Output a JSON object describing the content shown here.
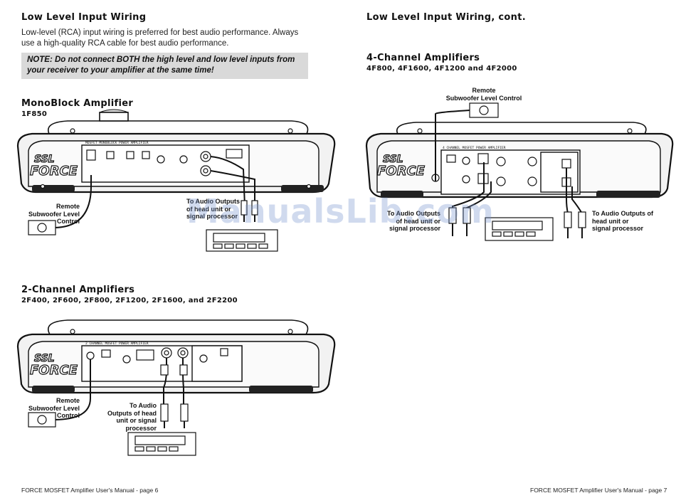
{
  "left_page": {
    "title": "Low Level Input Wiring",
    "intro": "Low-level (RCA) input wiring is preferred for best audio performance. Always use a high-quality RCA cable for best audio performance.",
    "note": "NOTE: Do not connect BOTH the high level and low level inputs from your receiver to your amplifier at the same time!",
    "mono": {
      "heading": "MonoBlock Amplifier",
      "models": "1F850",
      "remote_label": "Remote\nSubwoofer Level Control",
      "outputs_label": "To Audio Outputs\nof head unit or\nsignal processor",
      "amp_title": "MOSFET MONOBLOCK POWER AMPLIFIER"
    },
    "two_ch": {
      "heading": "2-Channel Amplifiers",
      "models": "2F400, 2F600, 2F800, 2F1200, 2F1600, and 2F2200",
      "remote_label": "Remote\nSubwoofer Level Control",
      "outputs_label": "To Audio\nOutputs of head\nunit or signal\nprocessor",
      "amp_title": "2 CHANNEL MOSFET POWER AMPLIFIER"
    },
    "footer": "FORCE MOSFET Amplifier User's Manual - page 6"
  },
  "right_page": {
    "title": "Low Level Input Wiring, cont.",
    "four_ch": {
      "heading": "4-Channel Amplifiers",
      "models": "4F800, 4F1600, 4F1200 and 4F2000",
      "remote_label": "Remote\nSubwoofer Level Control",
      "outputs_left_label": "To Audio Outputs\nof head unit or\nsignal processor",
      "outputs_right_label": "To Audio Outputs of\nhead unit or\nsignal processor",
      "amp_title": "4 CHANNEL MOSFET POWER AMPLIFIER"
    },
    "footer": "FORCE MOSFET Amplifier User's Manual - page 7"
  },
  "brand": {
    "top": "SSL",
    "bottom": "FORCE"
  },
  "watermark": "ManualsLib.com"
}
